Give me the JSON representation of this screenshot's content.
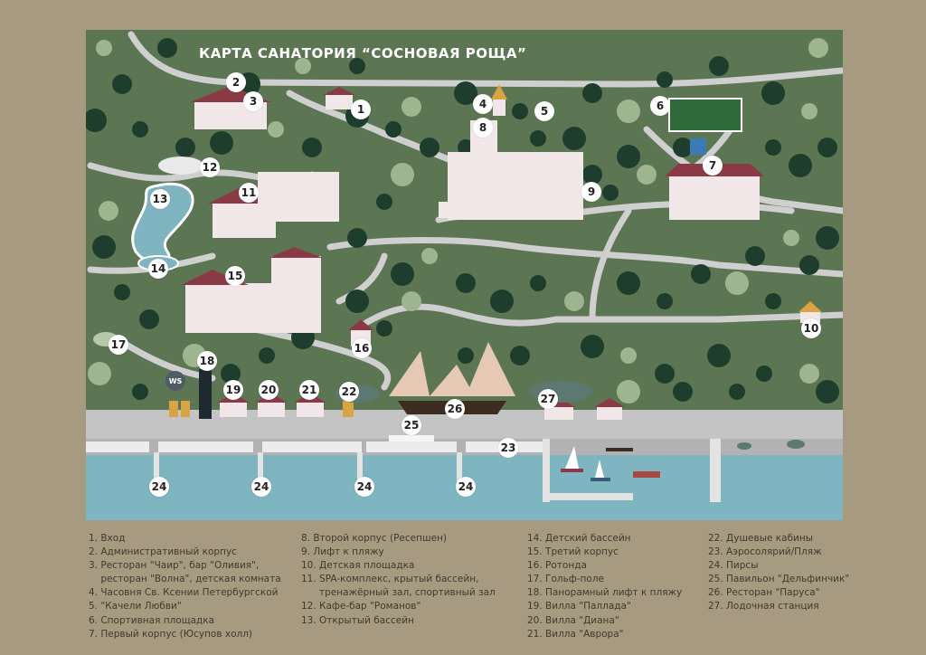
{
  "map_title": "КАРТА САНАТОРИЯ “СОСНОВАЯ РОЩА”",
  "markers": {
    "m1": "1",
    "m2": "2",
    "m3": "3",
    "m4": "4",
    "m5": "5",
    "m6": "6",
    "m7": "7",
    "m8": "8",
    "m9": "9",
    "m10": "10",
    "m11": "11",
    "m12": "12",
    "m13": "13",
    "m14": "14",
    "m15": "15",
    "m16": "16",
    "m17": "17",
    "m18": "18",
    "m19": "19",
    "m20": "20",
    "m21": "21",
    "m22": "22",
    "m23": "23",
    "m24a": "24",
    "m24b": "24",
    "m24c": "24",
    "m24d": "24",
    "m25": "25",
    "m26": "26",
    "m27": "27"
  },
  "ws_label": "WS",
  "legend": {
    "col1": [
      "1. Вход",
      "2. Административный корпус",
      "3. Ресторан \"Чаир\", бар \"Оливия\",",
      "    ресторан \"Волна\", детская комната",
      "4. Часовня Св. Ксении Петербургской",
      "5. \"Качели Любви\"",
      "6. Спортивная площадка",
      "7. Первый корпус (Юсупов холл)"
    ],
    "col2": [
      "8. Второй корпус (Ресепшен)",
      "9. Лифт к пляжу",
      "10. Детская площадка",
      "11. SPA-комплекс, крытый бассейн,",
      "      тренажёрный зал, спортивный зал",
      "12. Кафе-бар \"Романов\"",
      "13. Открытый бассейн"
    ],
    "col3": [
      "14. Детский бассейн",
      "15. Третий корпус",
      "16. Ротонда",
      "17. Гольф-поле",
      "18. Панорамный лифт к пляжу",
      "19. Вилла \"Паллада\"",
      "20. Вилла \"Диана\"",
      "21. Вилла \"Аврора\""
    ],
    "col4": [
      "22. Душевые кабины",
      "23. Аэросолярий/Пляж",
      "24. Пирсы",
      "25. Павильон \"Дельфинчик\"",
      "26. Ресторан \"Паруса\"",
      "27. Лодочная станция"
    ]
  },
  "colors": {
    "page_bg": "#a69b80",
    "grass": "#5c7654",
    "road": "#cfcfcf",
    "sea": "#7fb5c0",
    "building": "#f1e6e8",
    "roof": "#8a3a44",
    "tree": "#1f3d2c",
    "tree_light": "#9fb58f"
  }
}
